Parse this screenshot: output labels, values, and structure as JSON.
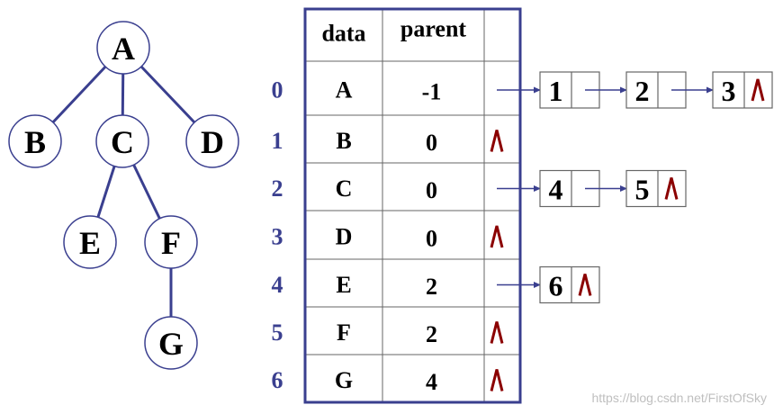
{
  "colors": {
    "edge": "#3a3f8f",
    "null": "#8b0000",
    "index": "#3a3f8f",
    "node_fill": "#ffffff",
    "text": "#000000",
    "cell_border": "#666666",
    "watermark": "#bfbfbf"
  },
  "tree": {
    "nodes": [
      {
        "id": "A",
        "label": "A"
      },
      {
        "id": "B",
        "label": "B"
      },
      {
        "id": "C",
        "label": "C"
      },
      {
        "id": "D",
        "label": "D"
      },
      {
        "id": "E",
        "label": "E"
      },
      {
        "id": "F",
        "label": "F"
      },
      {
        "id": "G",
        "label": "G"
      }
    ],
    "edges": [
      [
        "A",
        "B"
      ],
      [
        "A",
        "C"
      ],
      [
        "A",
        "D"
      ],
      [
        "C",
        "E"
      ],
      [
        "C",
        "F"
      ],
      [
        "F",
        "G"
      ]
    ]
  },
  "table": {
    "headers": {
      "data": "data",
      "parent": "parent"
    },
    "rows": [
      {
        "index": "0",
        "data": "A",
        "parent": "-1",
        "children": [
          "1",
          "2",
          "3"
        ]
      },
      {
        "index": "1",
        "data": "B",
        "parent": "0",
        "children": []
      },
      {
        "index": "2",
        "data": "C",
        "parent": "0",
        "children": [
          "4",
          "5"
        ]
      },
      {
        "index": "3",
        "data": "D",
        "parent": "0",
        "children": []
      },
      {
        "index": "4",
        "data": "E",
        "parent": "2",
        "children": [
          "6"
        ]
      },
      {
        "index": "5",
        "data": "F",
        "parent": "2",
        "children": []
      },
      {
        "index": "6",
        "data": "G",
        "parent": "4",
        "children": []
      }
    ],
    "null_symbol": "Λ"
  },
  "watermark": "https://blog.csdn.net/FirstOfSky"
}
